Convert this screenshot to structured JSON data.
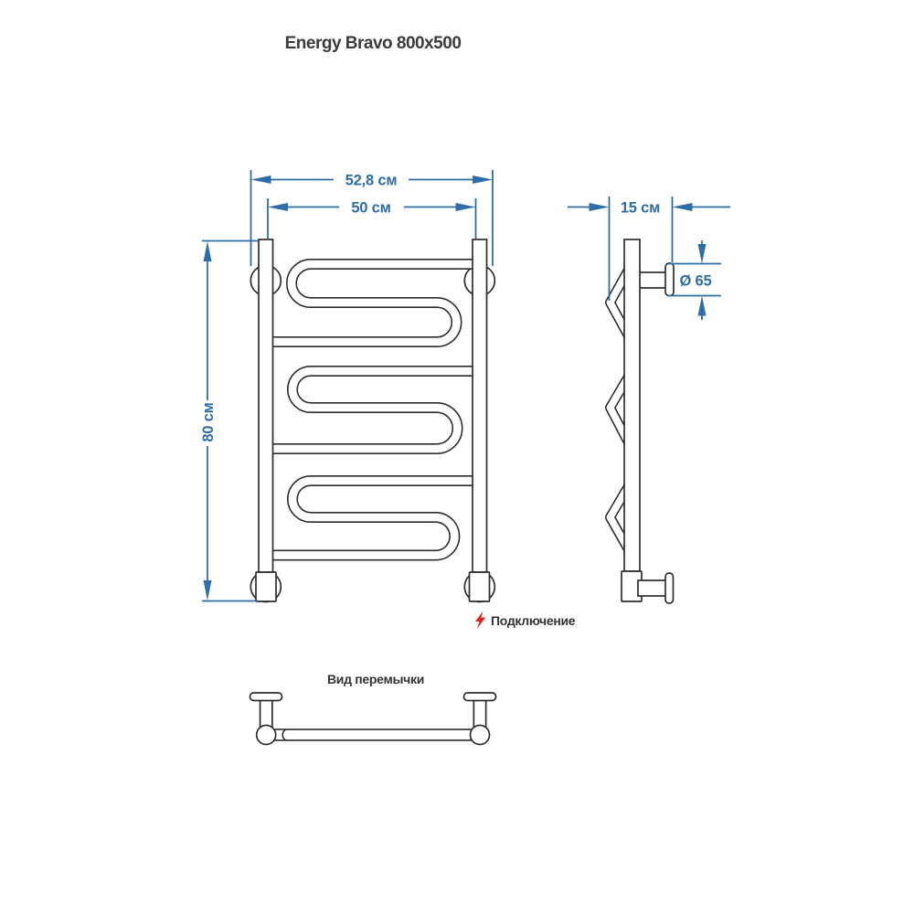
{
  "title": "Energy Bravo 800x500",
  "dims": {
    "width_overall": "52,8 см",
    "width_rails": "50 см",
    "height": "80 см",
    "depth": "15 см",
    "flange_diameter": "Ø 65"
  },
  "labels": {
    "connection": "Подключение",
    "crossbar_view": "Вид перемычки"
  },
  "icons": {
    "connection": "lightning-bolt-icon"
  },
  "colors": {
    "line": "#2d2d2d",
    "dimension": "#2e6da8",
    "connection_red": "#e02420",
    "title_text": "#3b3b3b",
    "background": "#ffffff"
  }
}
